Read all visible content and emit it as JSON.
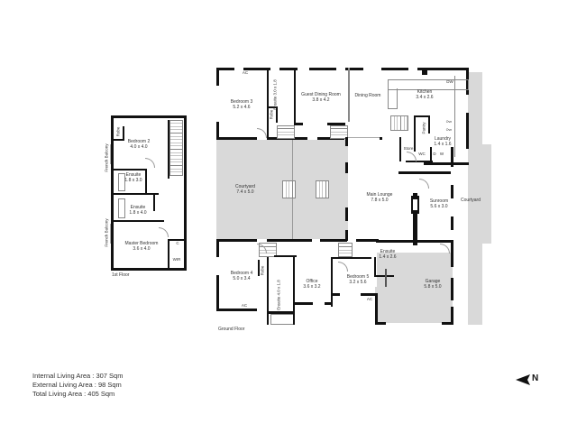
{
  "first_floor": {
    "label": "1st Floor",
    "rooms": [
      {
        "name": "Bedroom 2",
        "size": "4.0 x 4.0"
      },
      {
        "name": "Ensuite",
        "size": "1.8 x 3.0"
      },
      {
        "name": "Ensuite",
        "size": "1.8 x 4.0"
      },
      {
        "name": "Master Bedroom",
        "size": "3.6 x 4.0"
      }
    ],
    "annotations": {
      "robe": "Robe",
      "french_balcony_top": "French Balcony",
      "french_balcony_bottom": "French Balcony",
      "cupboard": "C",
      "wir": "WIR"
    }
  },
  "ground_floor": {
    "label": "Ground Floor",
    "rooms": [
      {
        "name": "Bedroom 3",
        "size": "5.2 x 4.6"
      },
      {
        "name": "Ensuite",
        "size": "3.0 x 1.8"
      },
      {
        "name": "Guest Dining Room",
        "size": "3.8 x 4.2"
      },
      {
        "name": "Dining Room",
        "size": ""
      },
      {
        "name": "Kitchen",
        "size": "3.4 x 2.6"
      },
      {
        "name": "Laundry",
        "size": "1.4 x 1.6"
      },
      {
        "name": "Courtyard",
        "size": "7.4 x 5.0"
      },
      {
        "name": "Main Lounge",
        "size": "7.8 x 5.0"
      },
      {
        "name": "Sunroom",
        "size": "5.6 x 3.0"
      },
      {
        "name": "Courtyard",
        "size": ""
      },
      {
        "name": "Bedroom 4",
        "size": "5.0 x 3.4"
      },
      {
        "name": "Ensuite",
        "size": "4.0 x 1.8"
      },
      {
        "name": "Office",
        "size": "3.6 x 3.2"
      },
      {
        "name": "Bedroom 5",
        "size": "3.2 x 5.6"
      },
      {
        "name": "Ensuite",
        "size": "1.4 x 2.6"
      },
      {
        "name": "Garage",
        "size": "5.8 x 5.0"
      }
    ],
    "annotations": {
      "ac_top": "AC",
      "ac_bottom_left": "AC",
      "ac_bottom_right": "AC",
      "robe_b3": "Robe",
      "robe_b4": "Robe",
      "pantry": "Pantry",
      "store": "Store",
      "wc": "WC",
      "dw": "DW",
      "d": "D",
      "w": "W",
      "oven1": "Ovn",
      "oven2": "Ovn"
    }
  },
  "summary": {
    "internal": "Internal Living Area : 307 Sqm",
    "external": "External Living Area : 98 Sqm",
    "total": "Total Living Area : 405 Sqm"
  },
  "compass": {
    "label": "N"
  },
  "colors": {
    "wall": "#111111",
    "outdoor": "#d9d9d9",
    "background": "#ffffff"
  }
}
